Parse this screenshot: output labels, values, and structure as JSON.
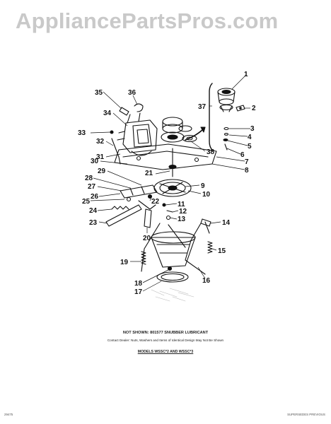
{
  "watermark": "AppliancePartsPros.com",
  "callouts": [
    "1",
    "2",
    "3",
    "4",
    "5",
    "6",
    "7",
    "8",
    "9",
    "10",
    "11",
    "12",
    "13",
    "14",
    "15",
    "16",
    "17",
    "18",
    "19",
    "20",
    "21",
    "22",
    "23",
    "24",
    "25",
    "26",
    "27",
    "28",
    "29",
    "30",
    "31",
    "32",
    "33",
    "34",
    "35",
    "36",
    "37",
    "38"
  ],
  "notes": {
    "not_shown": "NOT SHOWN: 801577 SNUBBER LUBRICANT",
    "detail": "Contact Dealer: Nuts, Washers and Items of Identical Design May Not Be Shown",
    "models": "MODELS WSSC*2 AND WSSC*3"
  },
  "footer": {
    "left": "29475",
    "right": "SUPERSEDES PREVIOUS"
  },
  "colors": {
    "ink": "#111111",
    "watermark": "#c9c9c9",
    "background": "#ffffff"
  }
}
